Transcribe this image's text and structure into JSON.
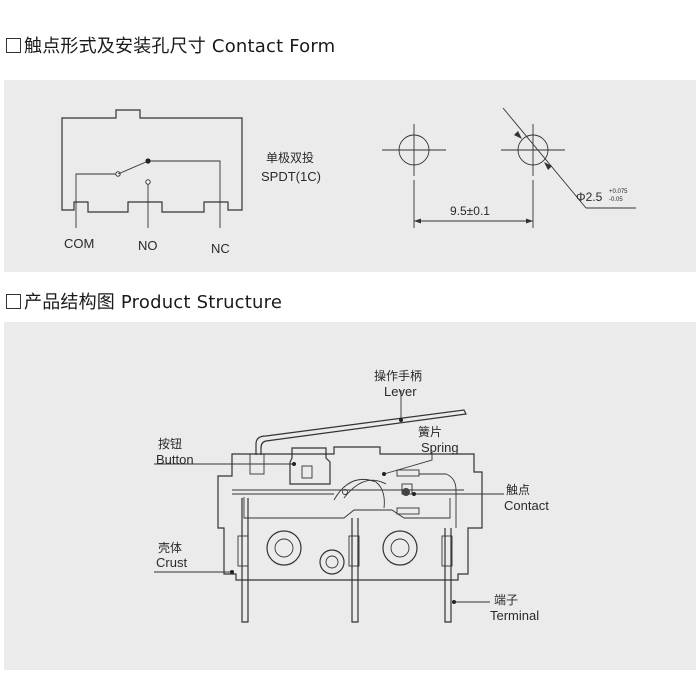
{
  "section1": {
    "title": "触点形式及安装孔尺寸 Contact Form"
  },
  "section2": {
    "title": "产品结构图 Product Structure"
  },
  "contact_form": {
    "terminals": {
      "com": "COM",
      "no": "NO",
      "nc": "NC"
    },
    "type_cn": "单极双投",
    "type_en": "SPDT(1C)",
    "pitch": "9.5±0.1",
    "diameter": "Φ2.5",
    "tol_plus": "+0.075",
    "tol_minus": "-0.05"
  },
  "structure": {
    "lever_cn": "操作手柄",
    "lever_en": "Lever",
    "button_cn": "按钮",
    "button_en": "Button",
    "spring_cn": "簧片",
    "spring_en": "Spring",
    "contact_cn": "触点",
    "contact_en": "Contact",
    "crust_cn": "壳体",
    "crust_en": "Crust",
    "terminal_cn": "端子",
    "terminal_en": "Terminal"
  }
}
